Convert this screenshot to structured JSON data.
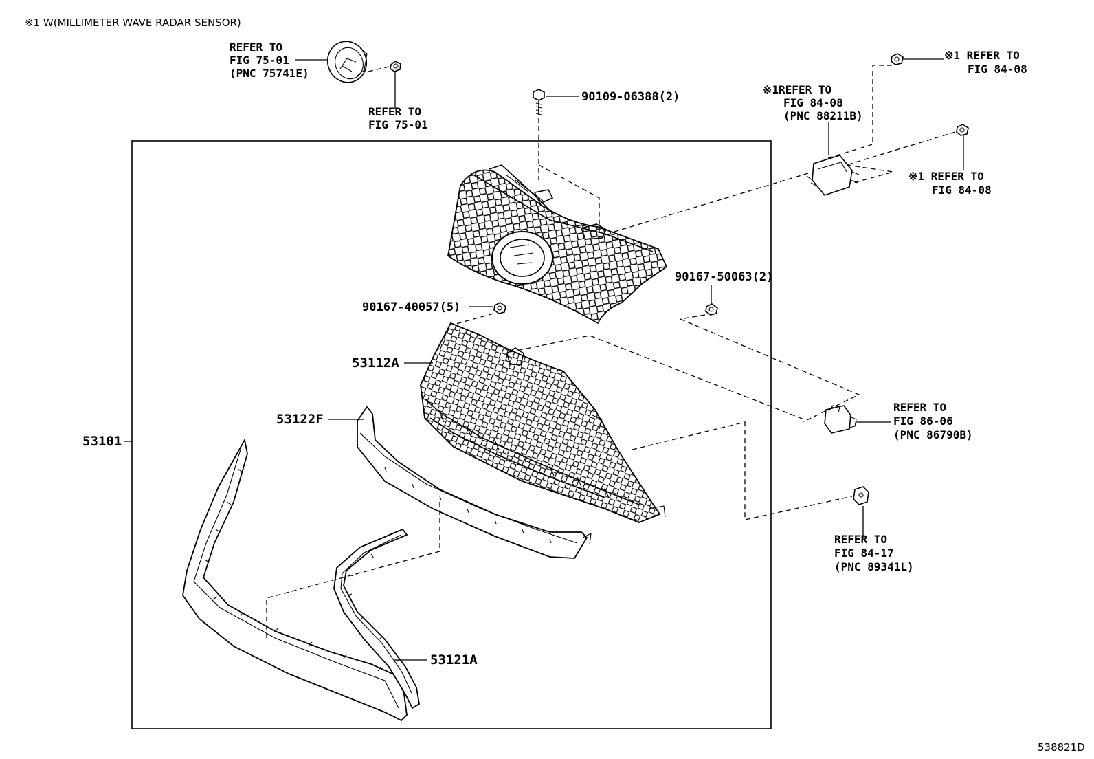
{
  "note": "※1 W(MILLIMETER WAVE RADAR SENSOR)",
  "figure_id": "538821D",
  "refs": {
    "emblem_a": [
      "REFER TO",
      "FIG 75-01",
      "(PNC 75741E)"
    ],
    "emblem_b": [
      "REFER TO",
      "FIG 75-01"
    ],
    "radar_a": [
      "※1 REFER TO",
      "FIG 84-08"
    ],
    "radar_b": [
      "※1REFER TO",
      "FIG 84-08",
      "(PNC 88211B)"
    ],
    "radar_c": [
      "※1 REFER TO",
      "FIG 84-08"
    ],
    "camera": [
      "REFER TO",
      "FIG 86-06",
      "(PNC 86790B)"
    ],
    "sensor": [
      "REFER TO",
      "FIG 84-17",
      "(PNC 89341L)"
    ]
  },
  "parts": {
    "bolt_top": "90109-06388(2)",
    "clip_right": "90167-50063(2)",
    "clip_left": "90167-40057(5)",
    "grille_inner": "53112A",
    "molding_upper": "53122F",
    "assembly": "53101",
    "molding_lower": "53121A"
  }
}
